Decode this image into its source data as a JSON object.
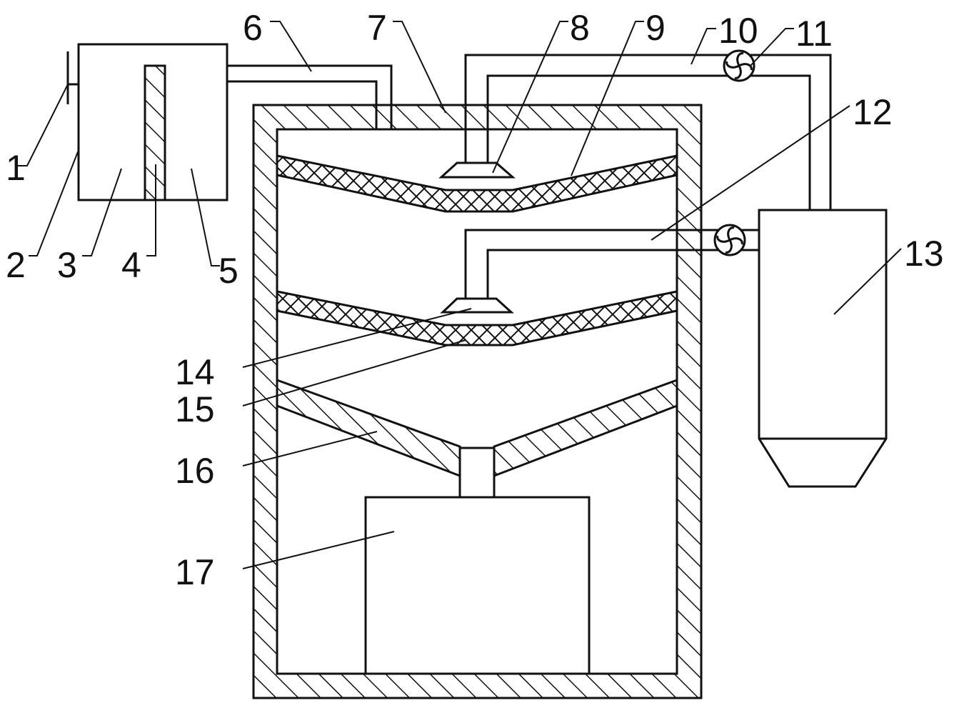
{
  "labels": {
    "l1": "1",
    "l2": "2",
    "l3": "3",
    "l4": "4",
    "l5": "5",
    "l6": "6",
    "l7": "7",
    "l8": "8",
    "l9": "9",
    "l10": "10",
    "l11": "11",
    "l12": "12",
    "l13": "13",
    "l14": "14",
    "l15": "15",
    "l16": "16",
    "l17": "17"
  },
  "colors": {
    "line": "#111111",
    "background": "#ffffff"
  }
}
